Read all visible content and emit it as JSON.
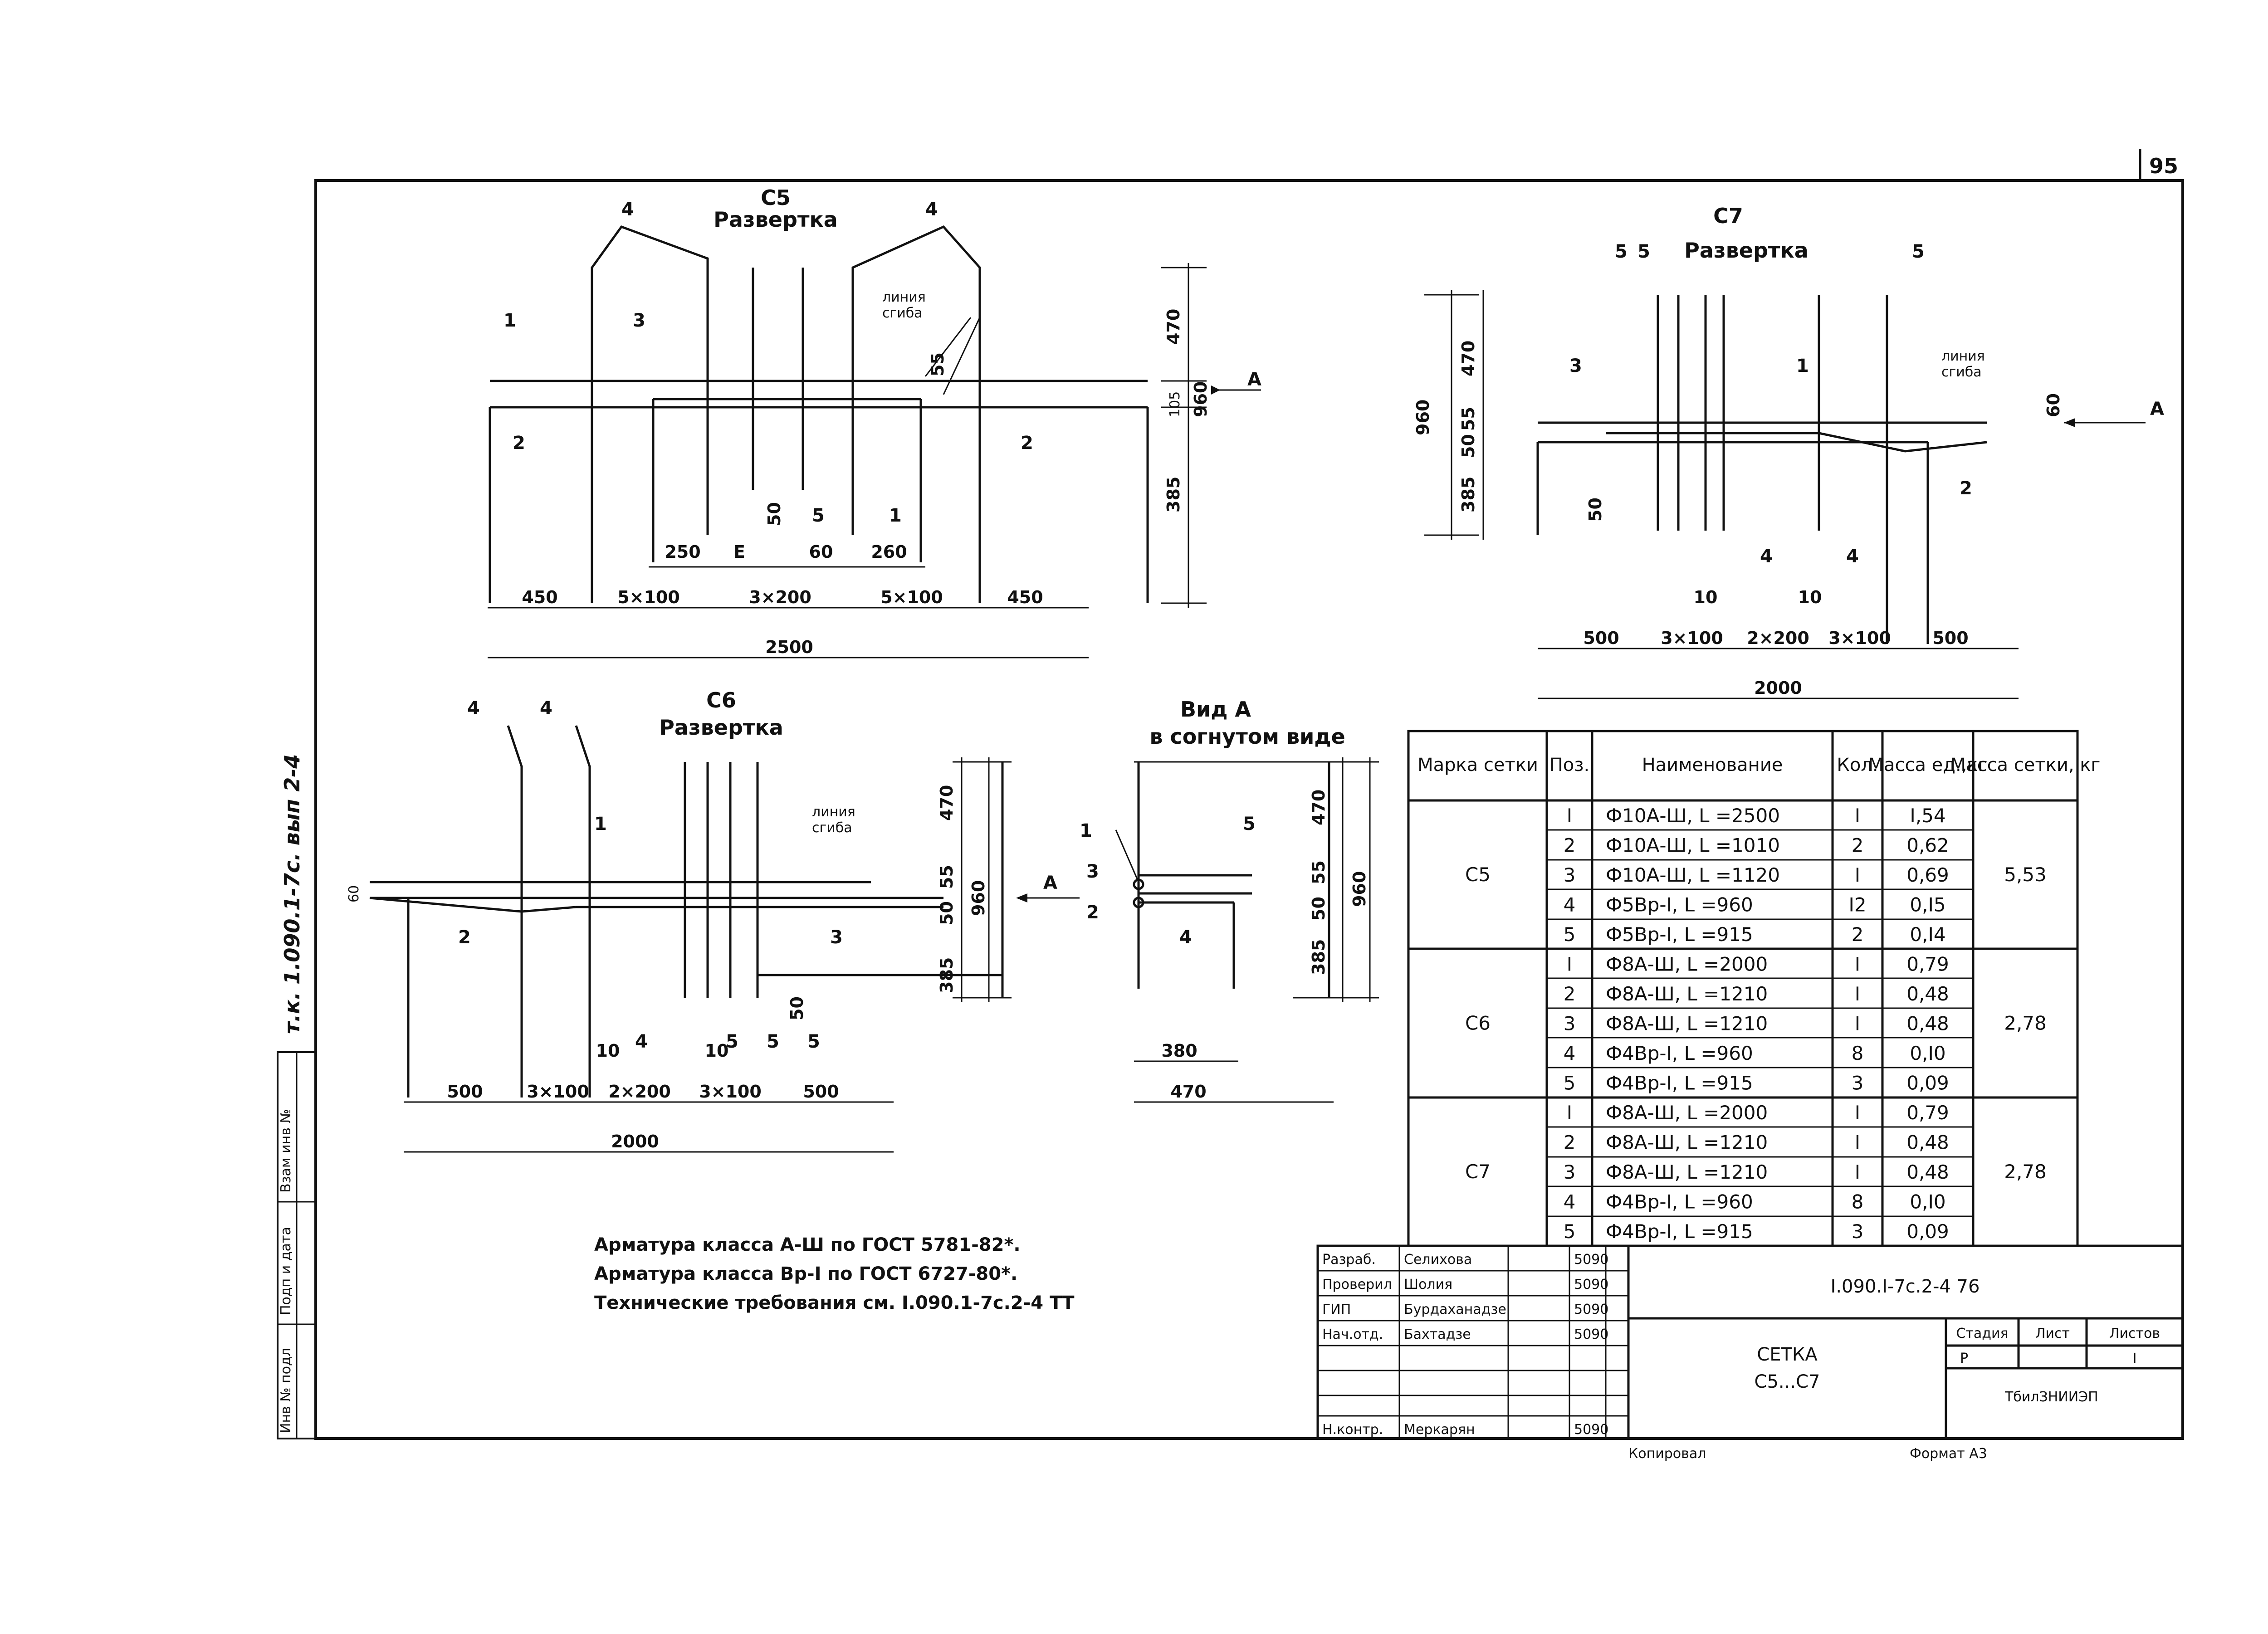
{
  "page": {
    "sheet_number": "95"
  },
  "margin_stamp": "т.к. 1.090.1-7с. вып 2-4",
  "side_stamp": [
    "Инв № подл",
    "Подп и дата",
    "Взам инв №"
  ],
  "drawings": {
    "c5": {
      "title": "С5",
      "subtitle": "Развертка",
      "bend_label": [
        "линия",
        "сгиба"
      ],
      "view_label": "А",
      "positions": [
        "1",
        "2",
        "3",
        "4",
        "4",
        "5",
        "1",
        "2"
      ],
      "dims_bottom": [
        "450",
        "5×100",
        "3×200",
        "5×100",
        "450"
      ],
      "dims_total": "2500",
      "dims_inner": [
        "250",
        "Е",
        "60",
        "260"
      ],
      "dims_side": [
        "470",
        "55",
        "105",
        "385",
        "960"
      ],
      "dim_50": "50"
    },
    "c6": {
      "title": "С6",
      "subtitle": "Развертка",
      "bend_label": [
        "линия",
        "сгиба"
      ],
      "view_label": "А",
      "positions": [
        "4",
        "4",
        "1",
        "2",
        "3",
        "4",
        "5",
        "5",
        "5"
      ],
      "dims_bottom": [
        "500",
        "3×100",
        "2×200",
        "3×100",
        "500"
      ],
      "dims_total": "2000",
      "dims_inner": [
        "10",
        "10"
      ],
      "dims_side": [
        "470",
        "55",
        "385",
        "50",
        "960"
      ],
      "dim_50": "50",
      "dim_60": "60"
    },
    "c7": {
      "title": "С7",
      "subtitle": "Развертка",
      "bend_label": [
        "линия",
        "сгиба"
      ],
      "view_label": "А",
      "positions": [
        "5",
        "5",
        "5",
        "3",
        "1",
        "2",
        "4",
        "4"
      ],
      "dims_bottom": [
        "500",
        "3×100",
        "2×200",
        "3×100",
        "500"
      ],
      "dims_total": "2000",
      "dims_inner": [
        "10",
        "10"
      ],
      "dims_side": [
        "960",
        "470",
        "55",
        "50",
        "385"
      ],
      "dim_50": "50",
      "dim_60": "60"
    },
    "view_a": {
      "title": "Вид А",
      "subtitle": "в согнутом виде",
      "positions": [
        "1",
        "3",
        "2",
        "5",
        "4"
      ],
      "dims_side": [
        "470",
        "55",
        "50",
        "385",
        "960"
      ],
      "dims_bottom": [
        "380",
        "470"
      ]
    }
  },
  "spec_table": {
    "headers": [
      "Марка сетки",
      "Поз.",
      "Наименование",
      "Кол.",
      "Масса ед.,кг",
      "Масса сетки, кг"
    ],
    "groups": [
      {
        "mark": "С5",
        "total_mass": "5,53",
        "rows": [
          {
            "pos": "I",
            "name": "Ф10А-Ш,  L =2500",
            "qty": "I",
            "mass": "I,54"
          },
          {
            "pos": "2",
            "name": "Ф10А-Ш,  L =1010",
            "qty": "2",
            "mass": "0,62"
          },
          {
            "pos": "3",
            "name": "Ф10А-Ш,  L =1120",
            "qty": "I",
            "mass": "0,69"
          },
          {
            "pos": "4",
            "name": "Ф5Вр-I,  L =960",
            "qty": "I2",
            "mass": "0,I5"
          },
          {
            "pos": "5",
            "name": "Ф5Вр-I,  L =915",
            "qty": "2",
            "mass": "0,I4"
          }
        ]
      },
      {
        "mark": "С6",
        "total_mass": "2,78",
        "rows": [
          {
            "pos": "I",
            "name": "Ф8А-Ш,  L =2000",
            "qty": "I",
            "mass": "0,79"
          },
          {
            "pos": "2",
            "name": "Ф8А-Ш,  L =1210",
            "qty": "I",
            "mass": "0,48"
          },
          {
            "pos": "3",
            "name": "Ф8А-Ш,  L =1210",
            "qty": "I",
            "mass": "0,48"
          },
          {
            "pos": "4",
            "name": "Ф4Вр-I,  L =960",
            "qty": "8",
            "mass": "0,I0"
          },
          {
            "pos": "5",
            "name": "Ф4Вр-I,  L =915",
            "qty": "3",
            "mass": "0,09"
          }
        ]
      },
      {
        "mark": "С7",
        "total_mass": "2,78",
        "rows": [
          {
            "pos": "I",
            "name": "Ф8А-Ш,  L =2000",
            "qty": "I",
            "mass": "0,79"
          },
          {
            "pos": "2",
            "name": "Ф8А-Ш,  L =1210",
            "qty": "I",
            "mass": "0,48"
          },
          {
            "pos": "3",
            "name": "Ф8А-Ш,  L =1210",
            "qty": "I",
            "mass": "0,48"
          },
          {
            "pos": "4",
            "name": "Ф4Вр-I,  L =960",
            "qty": "8",
            "mass": "0,I0"
          },
          {
            "pos": "5",
            "name": "Ф4Вр-I,  L =915",
            "qty": "3",
            "mass": "0,09"
          }
        ]
      }
    ]
  },
  "notes": [
    "Арматура класса А-Ш по ГОСТ 5781-82*.",
    "Арматура класса Вр-I по ГОСТ 6727-80*.",
    "Технические требования см. I.090.1-7с.2-4 ТТ"
  ],
  "title_block": {
    "roles": [
      {
        "role": "Разраб.",
        "name": "Селихова",
        "date": "5090"
      },
      {
        "role": "Проверил",
        "name": "Шолия",
        "date": "5090"
      },
      {
        "role": "ГИП",
        "name": "Бурдаханадзе",
        "date": "5090"
      },
      {
        "role": "Нач.отд.",
        "name": "Бахтадзе",
        "date": "5090"
      },
      {
        "role": "",
        "name": "",
        "date": ""
      },
      {
        "role": "",
        "name": "",
        "date": ""
      },
      {
        "role": "Н.контр.",
        "name": "Меркарян",
        "date": "5090"
      }
    ],
    "doc_code": "I.090.I-7с.2-4 76",
    "title_line1": "СЕТКА",
    "title_line2": "С5...С7",
    "stage_header": "Стадия",
    "sheet_header": "Лист",
    "sheets_header": "Листов",
    "stage": "Р",
    "sheet": "",
    "sheets": "I",
    "org": "ТбилЗНИИЭП"
  },
  "footer": {
    "copied": "Копировал",
    "format": "Формат А3"
  }
}
